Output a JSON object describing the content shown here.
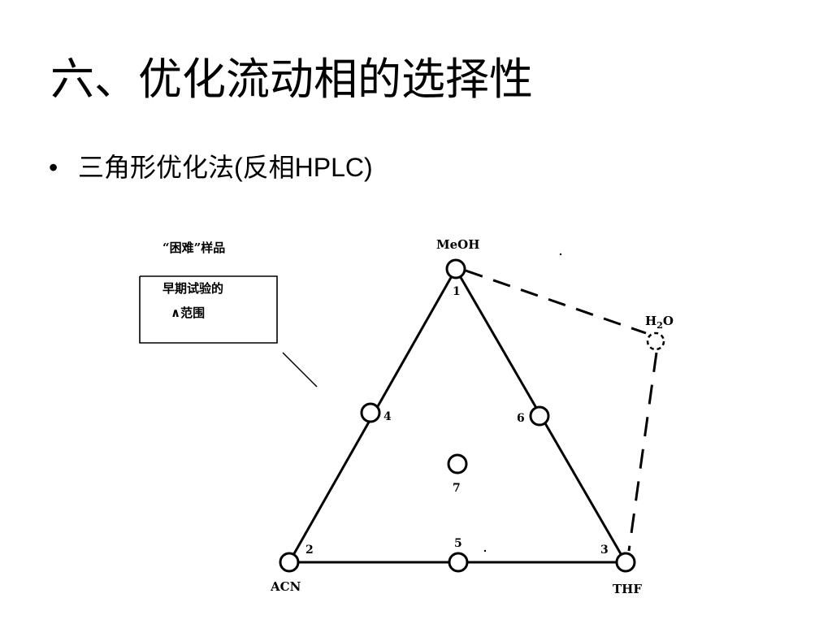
{
  "slide": {
    "title": "六、优化流动相的选择性",
    "bullet_marker": "•",
    "bullet_text": "三角形优化法(反相HPLC)"
  },
  "diagram": {
    "sample_label": "“困难”样品",
    "box_line1": "早期试验的",
    "box_line2": "∧范围",
    "vertices": {
      "top_label": "MeOH",
      "left_label": "ACN",
      "right_label": "THF",
      "water_label_main": "H",
      "water_label_sub": "2",
      "water_label_end": "O"
    },
    "point_numbers": {
      "p1": "1",
      "p2": "2",
      "p3": "3",
      "p4": "4",
      "p5": "5",
      "p6": "6",
      "p7": "7"
    }
  }
}
